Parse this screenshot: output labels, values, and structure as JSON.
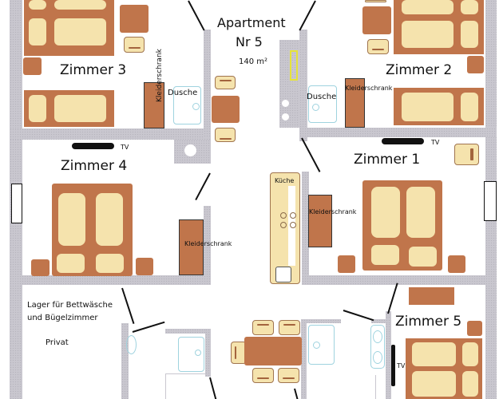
{
  "title": {
    "line1": "Apartment",
    "line2": "Nr 5",
    "area": "140 m²"
  },
  "rooms": {
    "zimmer3": {
      "label": "Zimmer 3",
      "wardrobe": "Kleiderschrank",
      "shower": "Dusche"
    },
    "zimmer2": {
      "label": "Zimmer 2",
      "wardrobe": "Kleiderschrank",
      "shower": "Dusche"
    },
    "zimmer4": {
      "label": "Zimmer 4",
      "wardrobe": "Kleiderschrank",
      "tv": "TV"
    },
    "zimmer1": {
      "label": "Zimmer 1",
      "wardrobe": "Kleiderschrank",
      "tv": "TV"
    },
    "zimmer5": {
      "label": "Zimmer 5",
      "tv": "TV"
    },
    "kitchen": {
      "label": "Küche"
    },
    "storage": {
      "line1": "Lager für Bettwäsche",
      "line2": "und Bügelzimmer",
      "note": "Privat"
    }
  },
  "colors": {
    "wall": "#c9c7cf",
    "furniture_wood": "#c0754b",
    "upholstery": "#f5e3ad",
    "sanitary": "#9fd3df",
    "highlight": "#e6e33a"
  }
}
